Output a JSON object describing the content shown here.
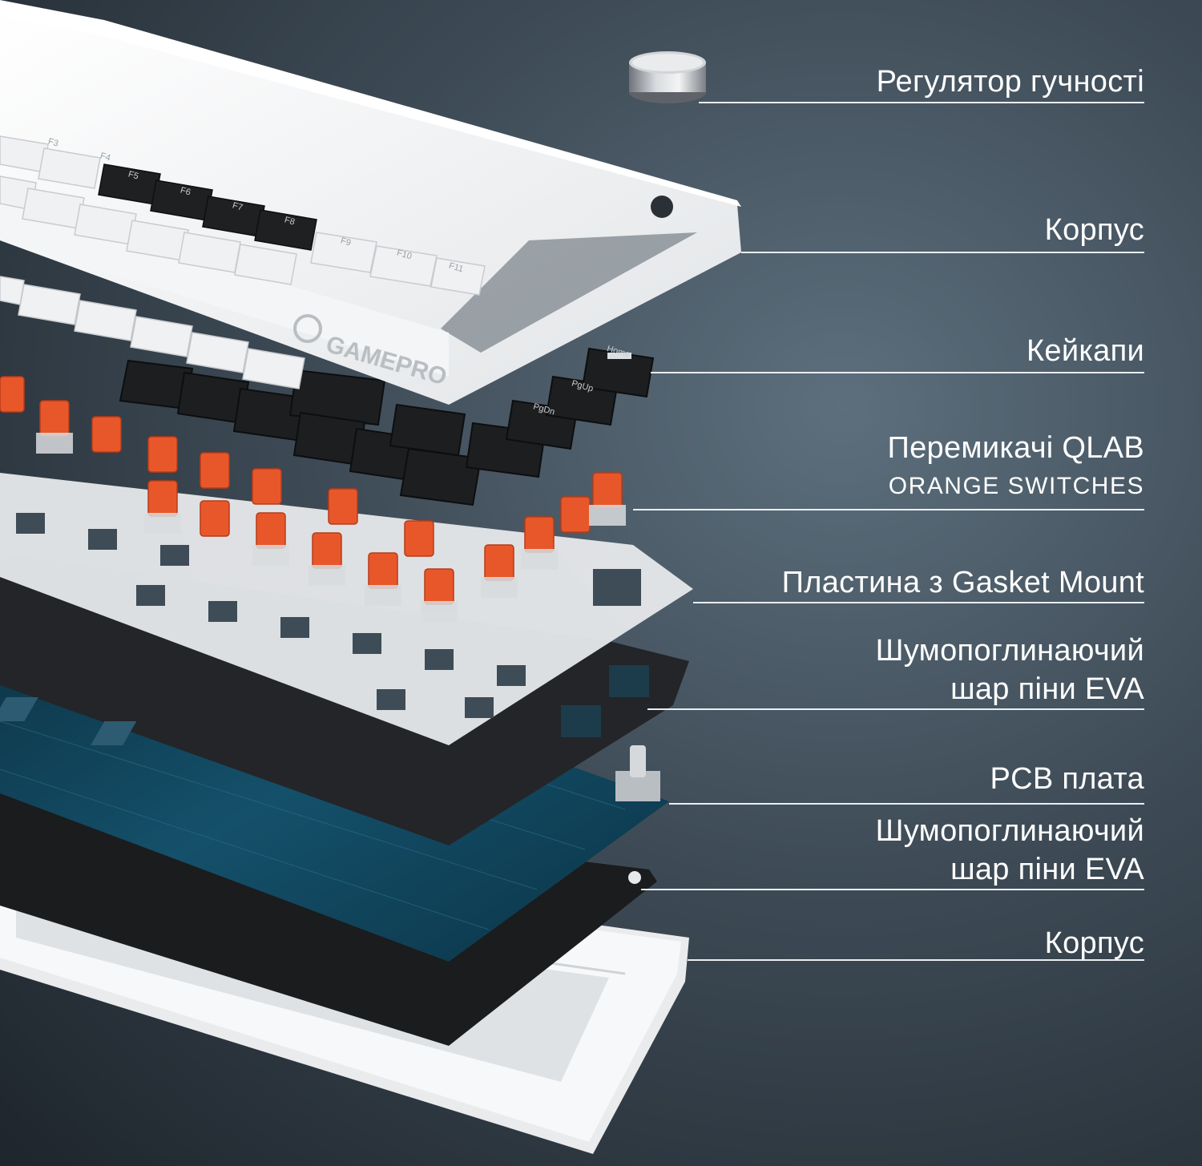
{
  "labels": [
    {
      "text": "Регулятор гучності"
    },
    {
      "text": "Корпус"
    },
    {
      "text": "Кейкапи"
    },
    {
      "line1": "Перемикачі QLAB",
      "line2": "ORANGE SWITCHES"
    },
    {
      "text": "Пластина з Gasket Mount"
    },
    {
      "line1": "Шумопоглинаючий",
      "line2": "шар піни EVA"
    },
    {
      "text": "PCB плата"
    },
    {
      "line1": "Шумопоглинаючий",
      "line2": "шар піни EVA"
    },
    {
      "text": "Корпус"
    }
  ],
  "brand": "GAMEPRO",
  "keys": {
    "frow": [
      "F3",
      "F4",
      "F5",
      "F6",
      "F7",
      "F8",
      "F9",
      "F10",
      "F11"
    ],
    "nav": [
      "Home",
      "PgUp",
      "PgDn"
    ]
  },
  "colors": {
    "frame": "#f4f5f6",
    "keycap_black": "#1d1e20",
    "switch_orange": "#e8572a",
    "foam_black": "#202225",
    "pcb": "#0f3f55",
    "label_rule": "#e9eef2"
  }
}
